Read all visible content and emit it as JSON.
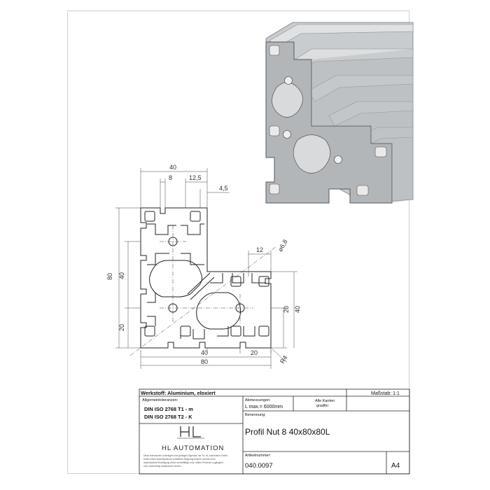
{
  "dimensions": {
    "top_width": "40",
    "top_slot": "8",
    "top_offset": "12,5",
    "top_gap": "4,5",
    "left_total": "80",
    "left_upper": "40",
    "left_lower": "20",
    "right_slot": "12",
    "hole_dia": "⌀6,8",
    "right_inner": "20",
    "right_outer": "40",
    "bottom_inner": "40",
    "bottom_right": "20",
    "bottom_total": "80",
    "radius": "R4"
  },
  "title_block": {
    "material": "Werkstoff: Aluminium, eloxiert",
    "general_tol_label": "Allgemeintoleranzen:",
    "tol_line1": "DIN ISO 2768 T1 - m",
    "tol_line2": "DIN ISO 2768 T2 - K",
    "dims_label": "Abmessungen:",
    "dims_value": "L max.= 6000mm",
    "edges_line1": "Alle Kanten",
    "edges_line2": "gradfei",
    "scale": "Maßstab: 1:1",
    "name_label": "Benennung:",
    "name_value": "Profil Nut 8 40x80x80L",
    "article_label": "Artikelnummer:",
    "article_value": "040.0097",
    "sheet_size": "A4",
    "company": "HL AUTOMATION",
    "logo_letters": "HL",
    "disclaimer_line1": "Diese technischen Unterlagen sind geistiges Eigentum der Fa. HL Automation GmbH.",
    "disclaimer_line2": "Sofern keine anderslautende schriftliche Regelung besteht, darf sie ohne",
    "disclaimer_line3": "ausdrückliche Einwilligung weder vervielfältigt, noch dritten Personen zugänglich,",
    "disclaimer_line4": "noch anderweitig missbraucht werden."
  },
  "colors": {
    "frame": "#cfcfcf",
    "line": "#222222",
    "render_fill": "#b9bcbf",
    "render_shade": "#8e9296"
  }
}
